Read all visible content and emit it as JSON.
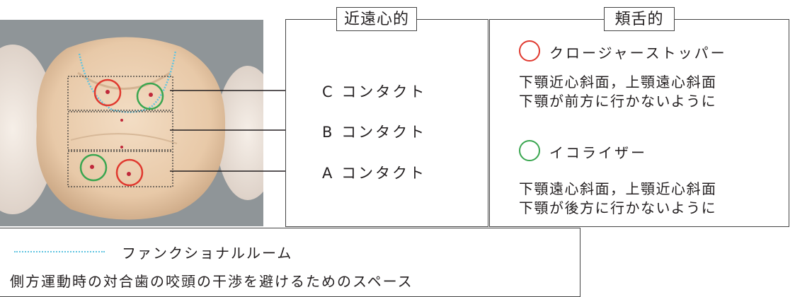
{
  "mesiodistal": {
    "title": "近遠心的",
    "contacts": [
      {
        "label": "C コンタクト"
      },
      {
        "label": "B コンタクト"
      },
      {
        "label": "A コンタクト"
      }
    ]
  },
  "buccolingual": {
    "title": "頬舌的",
    "closure_stopper": {
      "name": "クロージャーストッパー",
      "color": "#e0392f",
      "lines": [
        "下顎近心斜面，上顎遠心斜面",
        "下顎が前方に行かないように"
      ]
    },
    "equalizer": {
      "name": "イコライザー",
      "color": "#3aa650",
      "lines": [
        "下顎遠心斜面，上顎近心斜面",
        "下顎が後方に行かないように"
      ]
    }
  },
  "functional_room": {
    "name": "ファンクショナルルーム",
    "color": "#5fc4e0",
    "description": "側方運動時の対合歯の咬頭の干渉を避けるためのスペース"
  }
}
